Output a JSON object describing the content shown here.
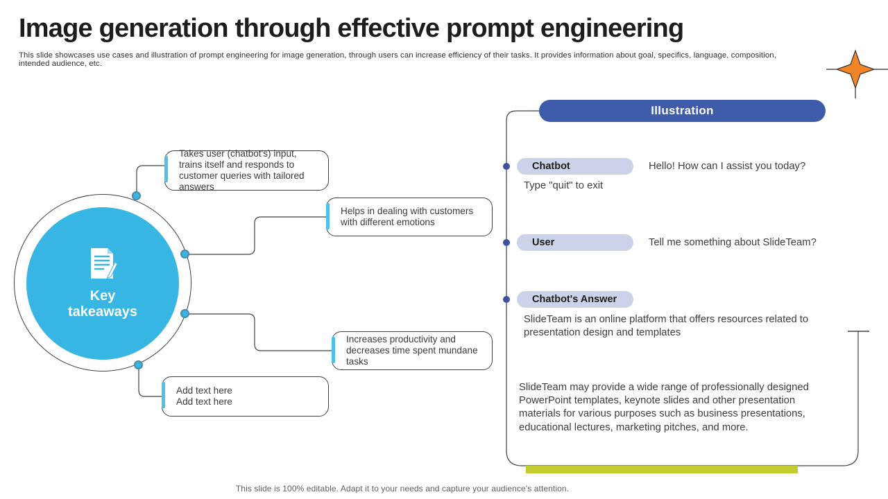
{
  "slide": {
    "title": "Image generation through effective prompt engineering",
    "subtitle": "This slide showcases use cases and illustration of prompt engineering for image generation, through users can increase efficiency of their tasks. It provides information about goal, specifics, language, composition, intended audience, etc.",
    "footer": "This slide is 100% editable. Adapt it to your needs and capture your audience's attention."
  },
  "key_takeaways": {
    "label": "Key\ntakeaways",
    "items": [
      "Takes user (chatbot's) input, trains itself and responds to customer queries with tailored answers",
      "Helps in dealing with customers with different  emotions",
      "Increases productivity and decreases time spent mundane tasks",
      "Add text here\nAdd text here"
    ]
  },
  "illustration": {
    "header": "Illustration",
    "rows": [
      {
        "label": "Chatbot",
        "text": "Hello! How can I assist you today?",
        "note": "Type \"quit\" to exit"
      },
      {
        "label": "User",
        "text": "Tell me something about SlideTeam?"
      },
      {
        "label": "Chatbot's Answer",
        "text": "SlideTeam is an online platform that offers resources related to presentation design and templates"
      }
    ],
    "paragraph": "SlideTeam may provide a wide range of professionally designed PowerPoint templates, keynote slides and other presentation materials for various purposes such as business presentations, educational lectures, marketing pitches, and more."
  },
  "icons": {
    "document_pencil": "document-pencil-icon",
    "star": "four-point-star-icon"
  },
  "colors": {
    "circle_blue": "#38b6e3",
    "accent_blue": "#4fc0e8",
    "header_blue": "#3f5cab",
    "pill_lavender": "#ccd3e8",
    "bullet_blue": "#3e51a1",
    "highlight_green": "#c3cc31",
    "star_orange": "#ef8526",
    "line_dark": "#3f3f3f"
  }
}
